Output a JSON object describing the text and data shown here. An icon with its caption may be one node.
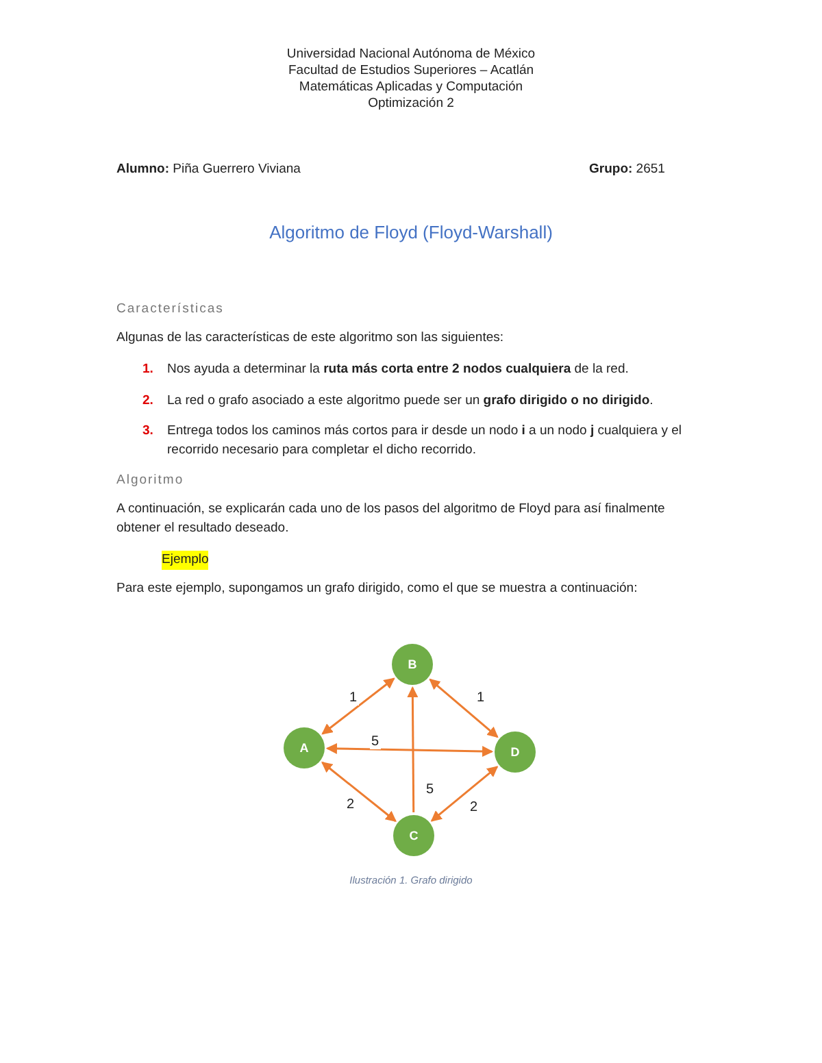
{
  "diagram": {
    "title": "Algoritmo de Floyd (Floyd-Warshall)",
    "caption": "Ilustración 1. Grafo dirigido",
    "nodes": [
      {
        "text": [
          "B"
        ]
      },
      {
        "text": [
          "A"
        ]
      },
      {
        "text": [
          "D"
        ]
      },
      {
        "text": [
          "C"
        ]
      }
    ],
    "edges": [
      {
        "from": 1,
        "to": 0,
        "arrow": "both",
        "label": "1"
      },
      {
        "from": 0,
        "to": 2,
        "arrow": "both",
        "label": "1"
      },
      {
        "from": 1,
        "to": 2,
        "arrow": "both",
        "label": "5"
      },
      {
        "from": 3,
        "to": 0,
        "arrow": "to",
        "label": "5"
      },
      {
        "from": 1,
        "to": 3,
        "arrow": "both",
        "label": "2"
      },
      {
        "from": 3,
        "to": 2,
        "arrow": "both",
        "label": "2"
      }
    ],
    "labels": [
      "Universidad Nacional Autónoma de México",
      "Facultad de Estudios Superiores – Acatlán",
      "Matemáticas Aplicadas y Computación",
      "Optimización 2",
      "**Alumno:** Piña Guerrero Viviana",
      "**Grupo:** 2651",
      "Características",
      "Algunas de las características de este algoritmo son las siguientes:",
      "1.",
      "Nos ayuda a determinar la **ruta más corta entre 2 nodos cualquiera** de la red.",
      "2.",
      "La red o grafo asociado a este algoritmo puede ser un **grafo dirigido o no dirigido**.",
      "3.",
      "Entrega todos los caminos más cortos para ir desde un nodo **i** a un nodo **j** cualquiera y el recorrido necesario para completar el dicho recorrido.",
      "Algoritmo",
      "A continuación, se explicarán cada uno de los pasos del algoritmo de Floyd para así finalmente obtener el resultado deseado.",
      "Ejemplo",
      "Para este ejemplo, supongamos un grafo dirigido, como el que se muestra a continuación:"
    ]
  }
}
